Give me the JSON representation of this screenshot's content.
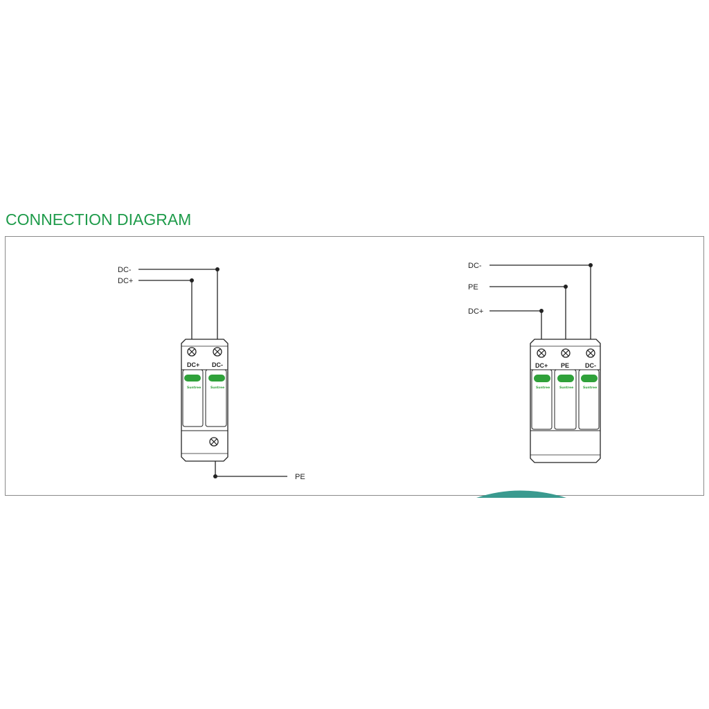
{
  "title": "CONNECTION DIAGRAM",
  "colors": {
    "title": "#1e9b4a",
    "indicator": "#2fa13a",
    "line": "#222222",
    "frame": "#8a8a8a",
    "teal_shape": "#3a9a8f"
  },
  "diagram_left": {
    "wire_labels": {
      "dc_minus": "DC-",
      "dc_plus": "DC+",
      "pe": "PE"
    },
    "terminal_labels": [
      "DC+",
      "DC-"
    ],
    "brand": "Suntree"
  },
  "diagram_right": {
    "wire_labels": {
      "dc_minus": "DC-",
      "pe": "PE",
      "dc_plus": "DC+"
    },
    "terminal_labels": [
      "DC+",
      "PE",
      "DC-"
    ],
    "brand": "Suntree"
  }
}
